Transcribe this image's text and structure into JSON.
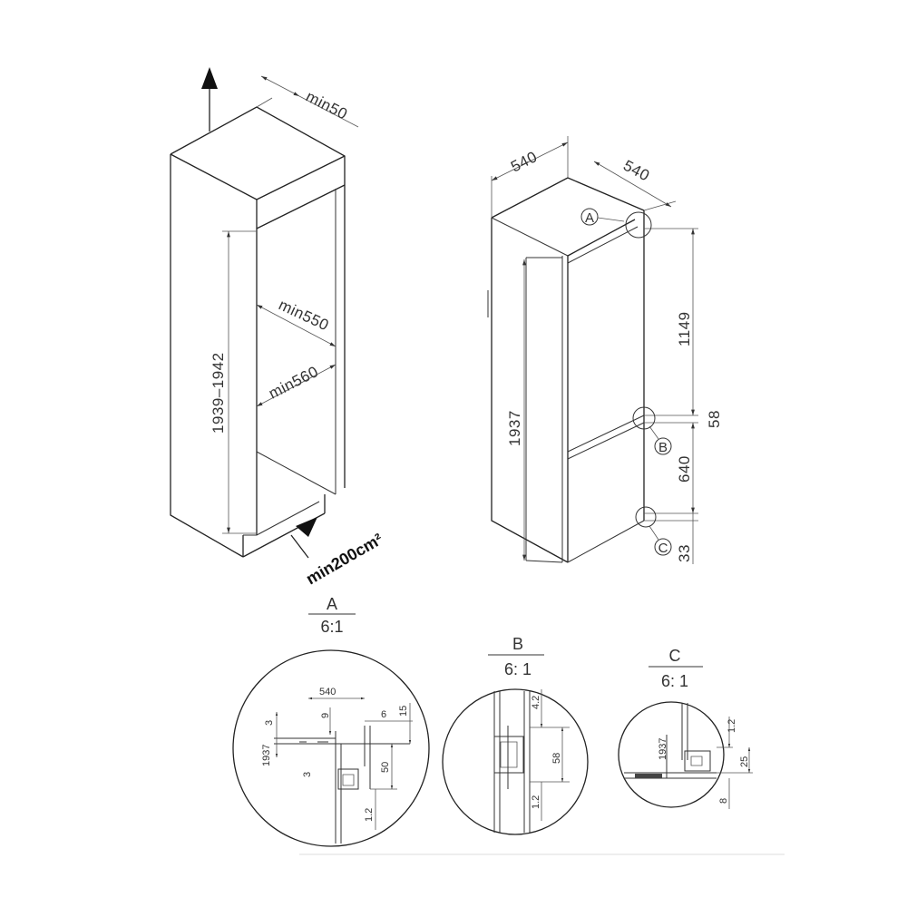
{
  "left_view": {
    "dims": {
      "top_gap": "min50",
      "height": "1939–1942",
      "depth_inner": "min550",
      "depth_outer": "min560",
      "vent": "min200cm²"
    }
  },
  "right_view": {
    "dims": {
      "width": "540",
      "depth": "540",
      "height": "1937",
      "upper_door": "1149",
      "gap": "58",
      "lower_door": "640",
      "bottom": "33"
    },
    "markers": [
      "A",
      "B",
      "C"
    ]
  },
  "details": [
    {
      "letter": "A",
      "scale": "6:1",
      "dims": {
        "width": "540",
        "offset": "6",
        "height": "1937",
        "d3a": "3",
        "d9": "9",
        "d3b": "3",
        "d15": "15",
        "d50": "50",
        "d12": "1.2"
      }
    },
    {
      "letter": "B",
      "scale": "6: 1",
      "dims": {
        "d42": "4.2",
        "d58": "58",
        "d12": "1.2"
      }
    },
    {
      "letter": "C",
      "scale": "6: 1",
      "dims": {
        "height": "1937",
        "d12": "1.2",
        "d25": "25",
        "d8": "8"
      }
    }
  ]
}
